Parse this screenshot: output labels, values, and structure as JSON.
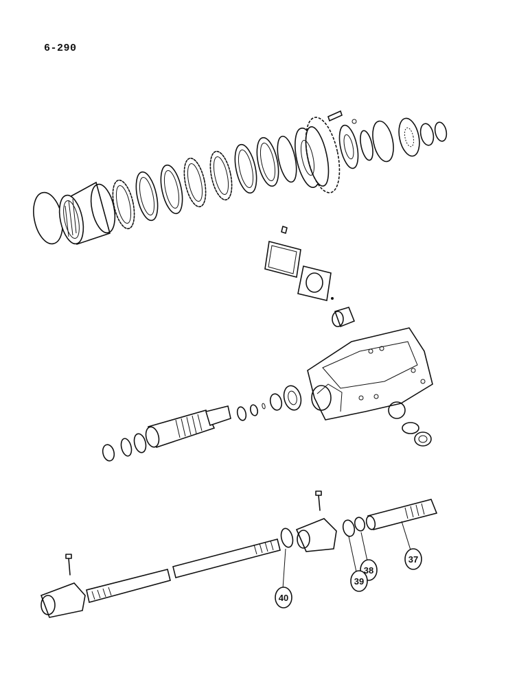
{
  "page": {
    "page_number": "6-290"
  },
  "callouts": [
    {
      "id": "37",
      "label": "37"
    },
    {
      "id": "38",
      "label": "38"
    },
    {
      "id": "39",
      "label": "39"
    },
    {
      "id": "40",
      "label": "40"
    }
  ]
}
